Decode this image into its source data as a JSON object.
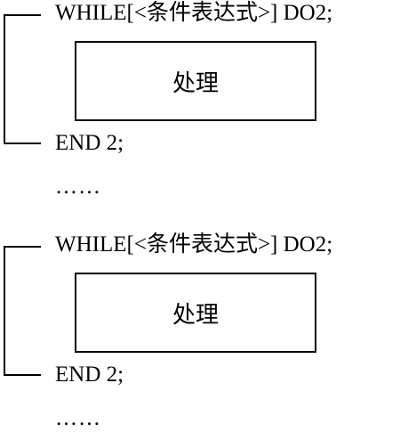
{
  "blocks": [
    {
      "while_text": "WHILE[<条件表达式>] DO2;",
      "process_text": "处理",
      "end_text": "END 2;",
      "ellipsis": "……"
    },
    {
      "while_text": "WHILE[<条件表达式>] DO2;",
      "process_text": "处理",
      "end_text": "END 2;",
      "ellipsis": "……"
    }
  ]
}
